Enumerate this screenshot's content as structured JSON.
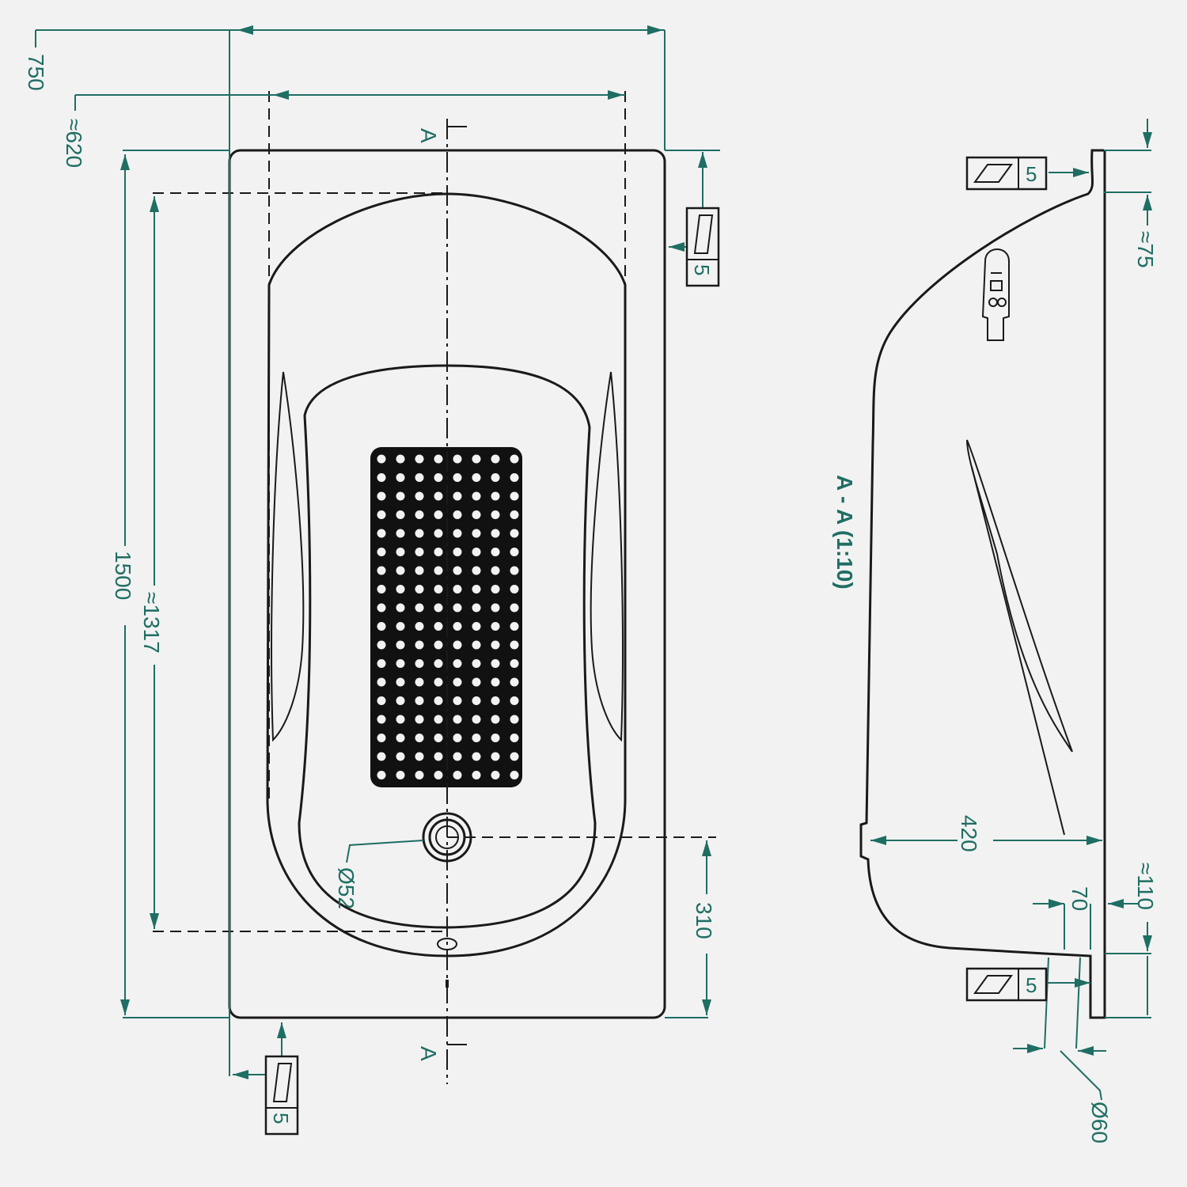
{
  "colors": {
    "background": "#f2f2f2",
    "outline": "#1a1a1a",
    "dimension": "#1f6e64"
  },
  "dimensions": {
    "outer_width": "750",
    "inner_width": "≈620",
    "length": "1500",
    "inner_length": "≈1317",
    "drain_offset": "310",
    "drain_diameter": "Ø52",
    "rim_height": "≈75",
    "depth": "420",
    "bottom_height": "≈110",
    "foot_width": "70",
    "foot_diameter": "Ø60"
  },
  "tolerance_frames": [
    {
      "symbol": "flatness",
      "value": "5"
    },
    {
      "symbol": "flatness",
      "value": "5"
    },
    {
      "symbol": "flatness",
      "value": "5"
    },
    {
      "symbol": "flatness",
      "value": "5"
    }
  ],
  "section": {
    "marker": "A",
    "marker_bottom": "A",
    "title": "A - A (1:10)"
  }
}
